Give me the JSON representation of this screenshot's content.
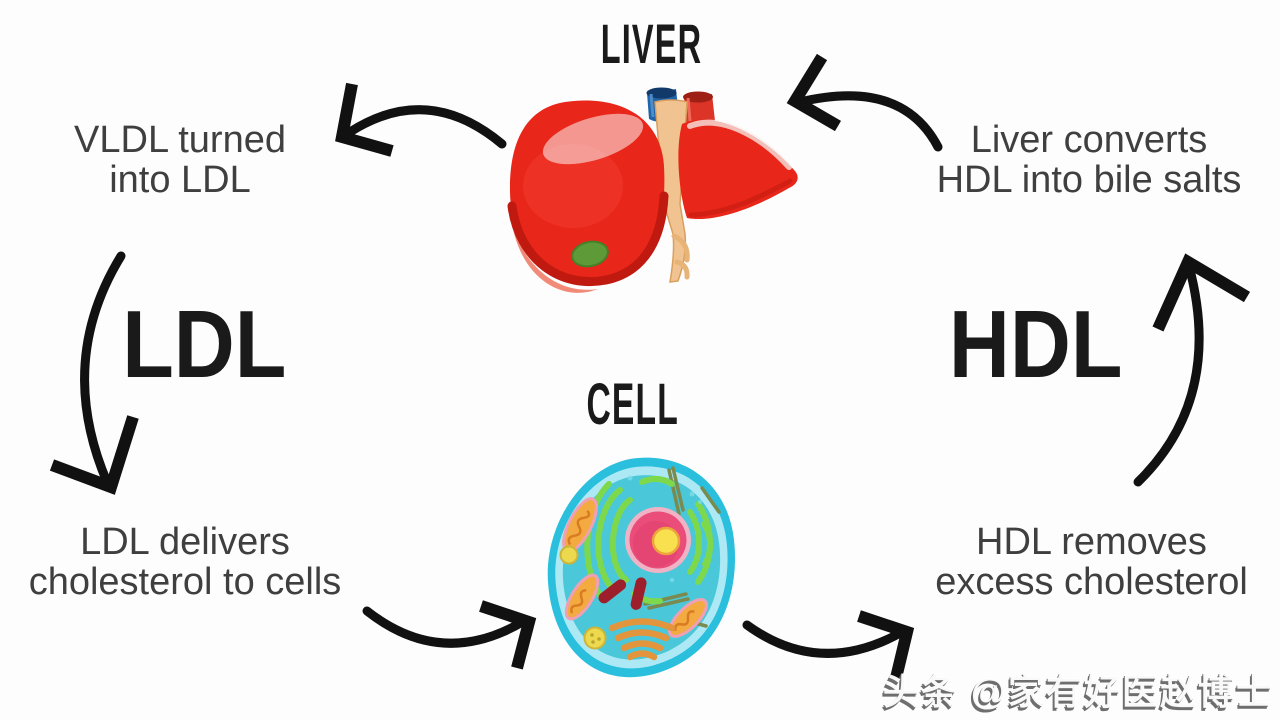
{
  "diagram": {
    "liver_title": "LIVER",
    "cell_title": "CELL",
    "ldl_label": "LDL",
    "hdl_label": "HDL",
    "top_left": {
      "line1": "VLDL turned",
      "line2": "into LDL"
    },
    "top_right": {
      "line1": "Liver converts",
      "line2": "HDL into bile salts"
    },
    "bottom_left": {
      "line1": "LDL delivers",
      "line2": "cholesterol to cells"
    },
    "bottom_right": {
      "line1": "HDL removes",
      "line2": "excess cholesterol"
    }
  },
  "watermark": {
    "text": "头条 @家有好医赵博士"
  },
  "colors": {
    "background": "#fdfdfd",
    "arrow": "#111111",
    "heading_text": "#1a1a1a",
    "annotation_text": "#3f3f3f",
    "liver_red": "#e82619",
    "cell_teal": "#2abfdc",
    "nucleus_pink": "#ea4d7a",
    "watermark_gray": "#6e6e6e"
  }
}
